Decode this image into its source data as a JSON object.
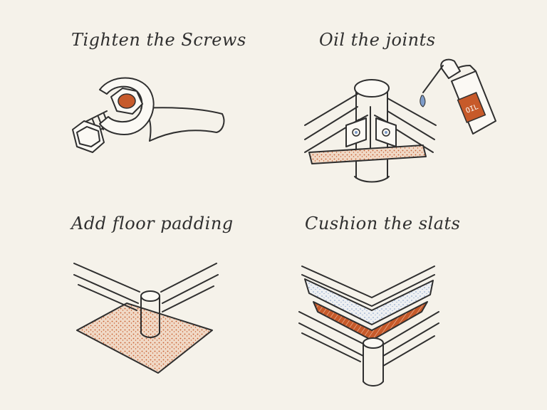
{
  "panels": [
    {
      "caption": "Tighten the Screws",
      "illustration": "wrench-and-bolt"
    },
    {
      "caption": "Oil the joints",
      "illustration": "bed-joint-with-oil-can",
      "can_label": "OIL"
    },
    {
      "caption": "Add floor padding",
      "illustration": "bed-leg-on-felt-pad"
    },
    {
      "caption": "Cushion the slats",
      "illustration": "layered-slat-cushions"
    }
  ],
  "colors": {
    "background": "#f5f2ea",
    "ink": "#2f2f2f",
    "accent_orange": "#c75a2a",
    "accent_blue": "#7e9cc9",
    "pad_fill": "#f0d9c6",
    "paper": "#fbf9f4"
  }
}
